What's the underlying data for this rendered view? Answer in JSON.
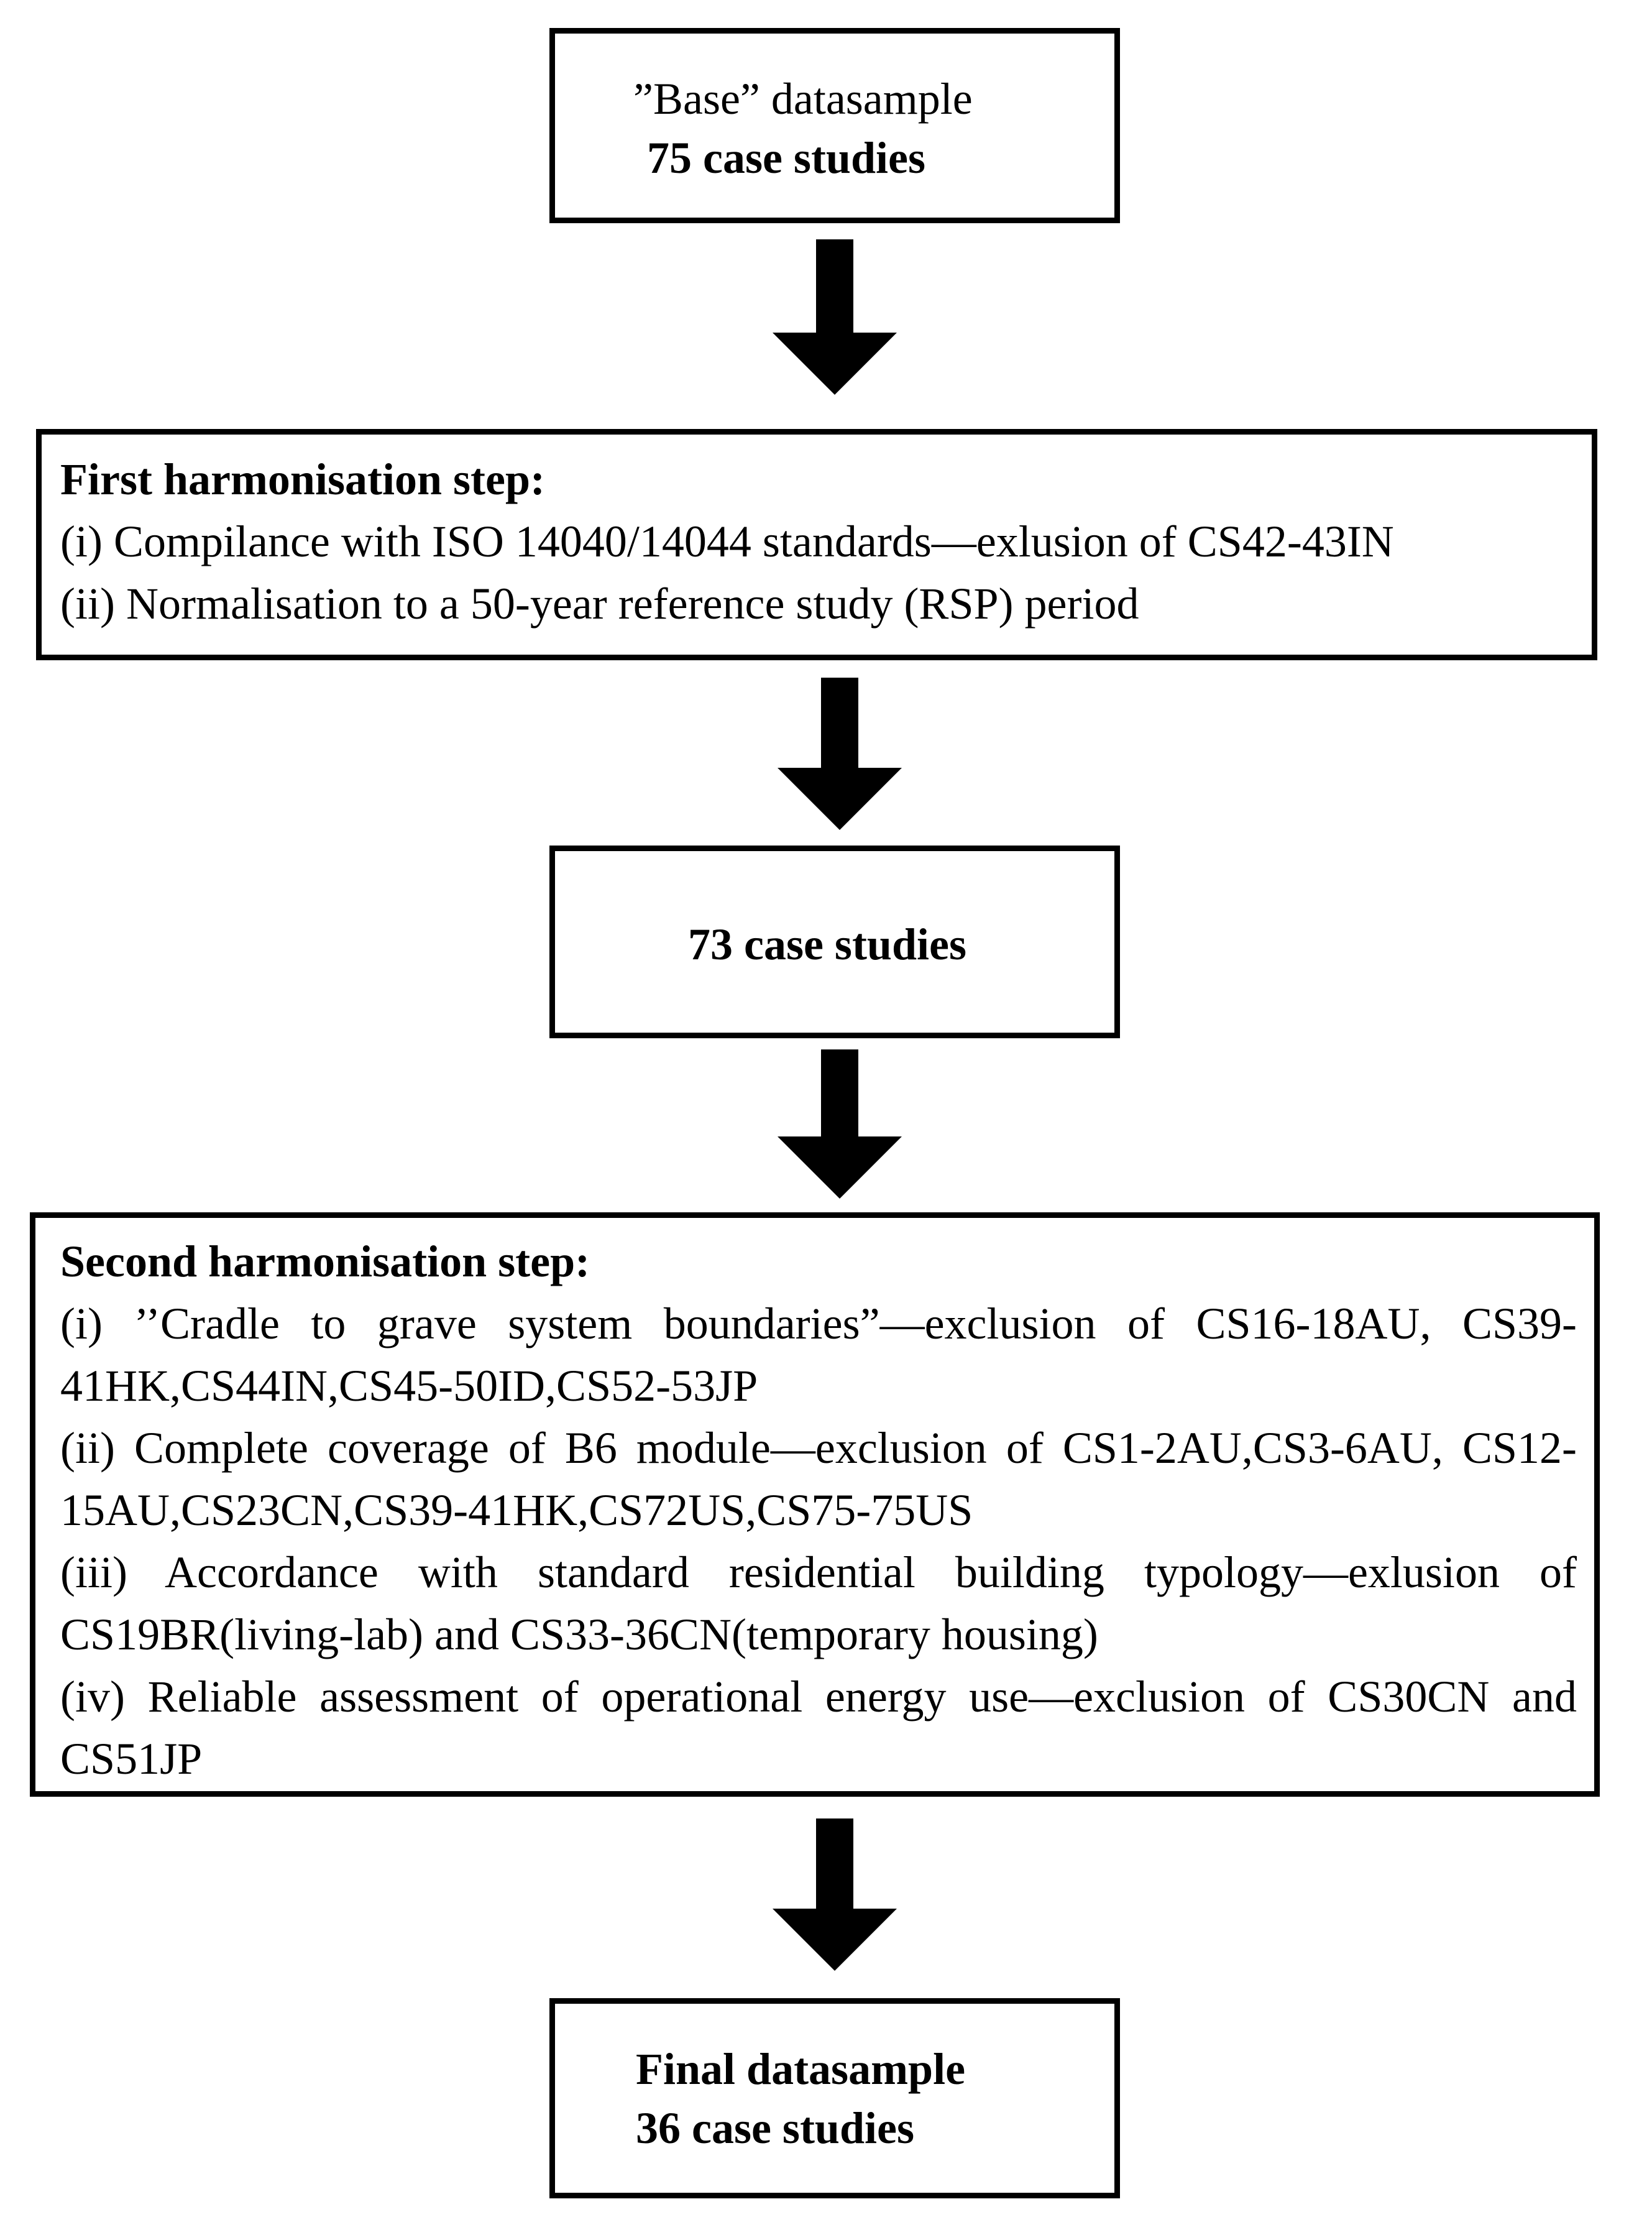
{
  "boxes": {
    "base": {
      "label": "”Base” datasample",
      "count": "75 case studies"
    },
    "first_step": {
      "title": "First harmonisation step:",
      "items": [
        "(i) Compilance with ISO 14040/14044 standards—exlusion of CS42-43IN",
        "(ii) Normalisation to a 50-year reference study (RSP) period"
      ]
    },
    "intermediate": {
      "count": "73 case studies"
    },
    "second_step": {
      "title": "Second harmonisation step:",
      "items": [
        "(i) ’’Cradle to grave system boundaries”—exclusion of CS16-18AU, CS39-41HK,CS44IN,CS45-50ID,CS52-53JP",
        "(ii) Complete coverage of B6 module—exclusion of CS1-2AU,CS3-6AU, CS12-15AU,CS23CN,CS39-41HK,CS72US,CS75-75US",
        "(iii) Accordance with standard residential building typology—exlusion of CS19BR(living-lab) and CS33-36CN(temporary housing)",
        "(iv) Reliable assessment of operational energy use—exclusion of CS30CN and CS51JP"
      ]
    },
    "final": {
      "label": "Final datasample",
      "count": "36 case studies"
    }
  }
}
